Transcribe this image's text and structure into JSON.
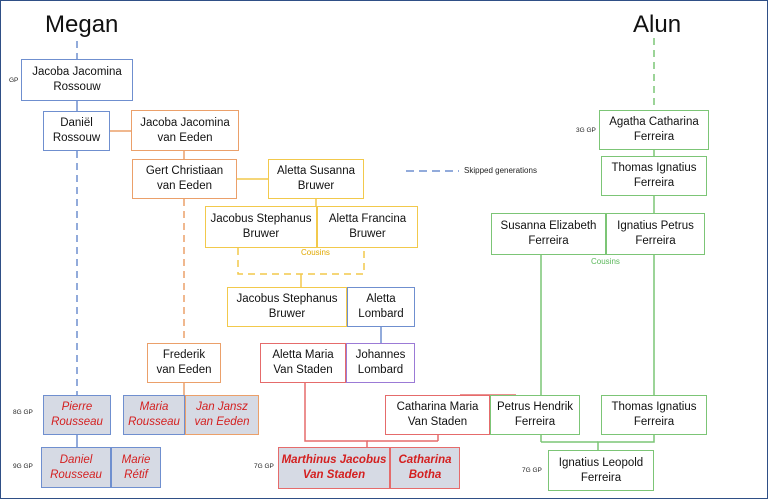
{
  "titles": {
    "left": "Megan",
    "right": "Alun"
  },
  "colors": {
    "blue": "#6f8fcf",
    "orange": "#eba06a",
    "yellow": "#f2c94c",
    "green": "#7cc576",
    "red": "#e56b6b",
    "purple": "#9b7ad6",
    "shaded": "#d6dae4",
    "highlight_text": "#d42020"
  },
  "tags": {
    "gp": "GP",
    "g3": "3G GP",
    "g8": "8G GP",
    "g9": "9G GP",
    "g7a": "7G GP",
    "g7b": "7G GP"
  },
  "legend": {
    "skipped": "Skipped generations"
  },
  "labels": {
    "cousins_left": "Cousins",
    "cousins_right": "Cousins"
  },
  "people": {
    "jacoba_rossouw": "Jacoba Jacomina\nRossouw",
    "daniel_rossouw": "Daniël\nRossouw",
    "jacoba_vaneeden": "Jacoba Jacomina\nvan Eeden",
    "gert_vaneeden": "Gert Christiaan\nvan Eeden",
    "aletta_s_bruwer": "Aletta Susanna\nBruwer",
    "jacobus_s_bruwer_1": "Jacobus Stephanus\nBruwer",
    "aletta_f_bruwer": "Aletta Francina\nBruwer",
    "jacobus_s_bruwer_2": "Jacobus Stephanus\nBruwer",
    "aletta_lombard": "Aletta\nLombard",
    "frederik_vaneeden": "Frederik\nvan Eeden",
    "aletta_m_vanstaden": "Aletta Maria\nVan Staden",
    "johannes_lombard": "Johannes\nLombard",
    "pierre_rousseau": "Pierre\nRousseau",
    "maria_rousseau": "Maria\nRousseau",
    "jan_vaneeden": "Jan Jansz\nvan Eeden",
    "daniel_rousseau": "Daniel\nRousseau",
    "marie_retif": "Marie\nRétif",
    "catharina_m_vanstaden": "Catharina Maria\nVan Staden",
    "petrus_ferreira": "Petrus Hendrik\nFerreira",
    "marthinus_vanstaden": "Marthinus Jacobus\nVan Staden",
    "catharina_botha": "Catharina\nBotha",
    "agatha_ferreira": "Agatha Catharina\nFerreira",
    "thomas_ferreira_1": "Thomas Ignatius\nFerreira",
    "susanna_ferreira": "Susanna Elizabeth\nFerreira",
    "ignatius_p_ferreira": "Ignatius Petrus\nFerreira",
    "thomas_ferreira_2": "Thomas Ignatius\nFerreira",
    "ignatius_l_ferreira": "Ignatius Leopold\nFerreira"
  }
}
